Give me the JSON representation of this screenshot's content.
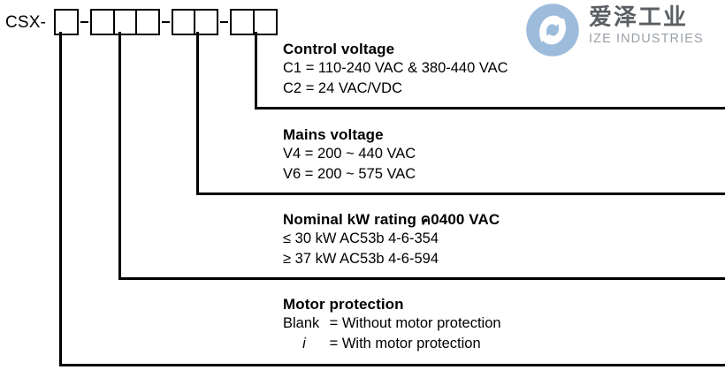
{
  "part_code": {
    "prefix": "CSX-",
    "groups": [
      {
        "boxes": 1
      },
      {
        "boxes": 3
      },
      {
        "boxes": 2
      },
      {
        "boxes": 2
      }
    ],
    "separator": "-"
  },
  "blocks": [
    {
      "title": "Control voltage",
      "lines": [
        {
          "label": "C1",
          "eq": "=",
          "value": "110-240 VAC & 380-440 VAC"
        },
        {
          "label": "C2",
          "eq": "=",
          "value": "24 VAC/VDC"
        }
      ]
    },
    {
      "title": "Mains voltage",
      "lines": [
        {
          "label": "V4",
          "eq": "=",
          "value": "200 ~ 440 VAC"
        },
        {
          "label": "V6",
          "eq": "=",
          "value": "200 ~ 575 VAC"
        }
      ]
    },
    {
      "title": "Nominal kW rating ค0400 VAC",
      "lines": [
        {
          "label": "≤",
          "eq": "",
          "value": "30 kW AC53b 4-6-354"
        },
        {
          "label": "≥",
          "eq": "",
          "value": "37 kW AC53b 4-6-594"
        }
      ]
    },
    {
      "title": "Motor protection",
      "lines": [
        {
          "label": "Blank",
          "eq": "=",
          "value": "Without motor protection"
        },
        {
          "label": "i",
          "eq": "=",
          "value": "With motor protection"
        }
      ]
    }
  ],
  "logo": {
    "mark_name": "ize-industries-circle-mark",
    "cn_name": "爱泽工业",
    "en_name": "IZE INDUSTRIES",
    "circle_color": "#9dbcdc",
    "cn_color": "#5b5f63",
    "en_color": "#9aa0a6"
  },
  "colors": {
    "line": "#000000",
    "text": "#000000",
    "background": "#ffffff"
  }
}
